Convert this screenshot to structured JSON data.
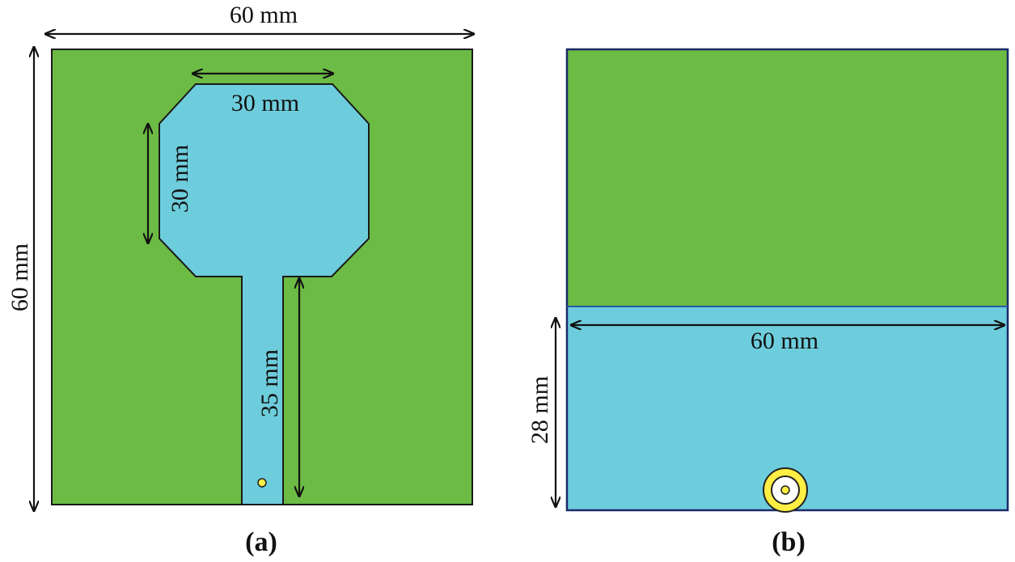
{
  "panel_a": {
    "caption": "(a)",
    "top_width_label": "60 mm",
    "left_height_label": "60 mm",
    "patch_top_label": "30 mm",
    "patch_side_label": "30 mm",
    "feed_length_label": "35 mm"
  },
  "panel_b": {
    "caption": "(b)",
    "ground_width_label": "60 mm",
    "ground_height_label": "28 mm"
  },
  "colors": {
    "substrate": "#6cbb45",
    "copper": "#6ecddc",
    "connector_ring": "#ffee44",
    "ink": "#111111"
  }
}
